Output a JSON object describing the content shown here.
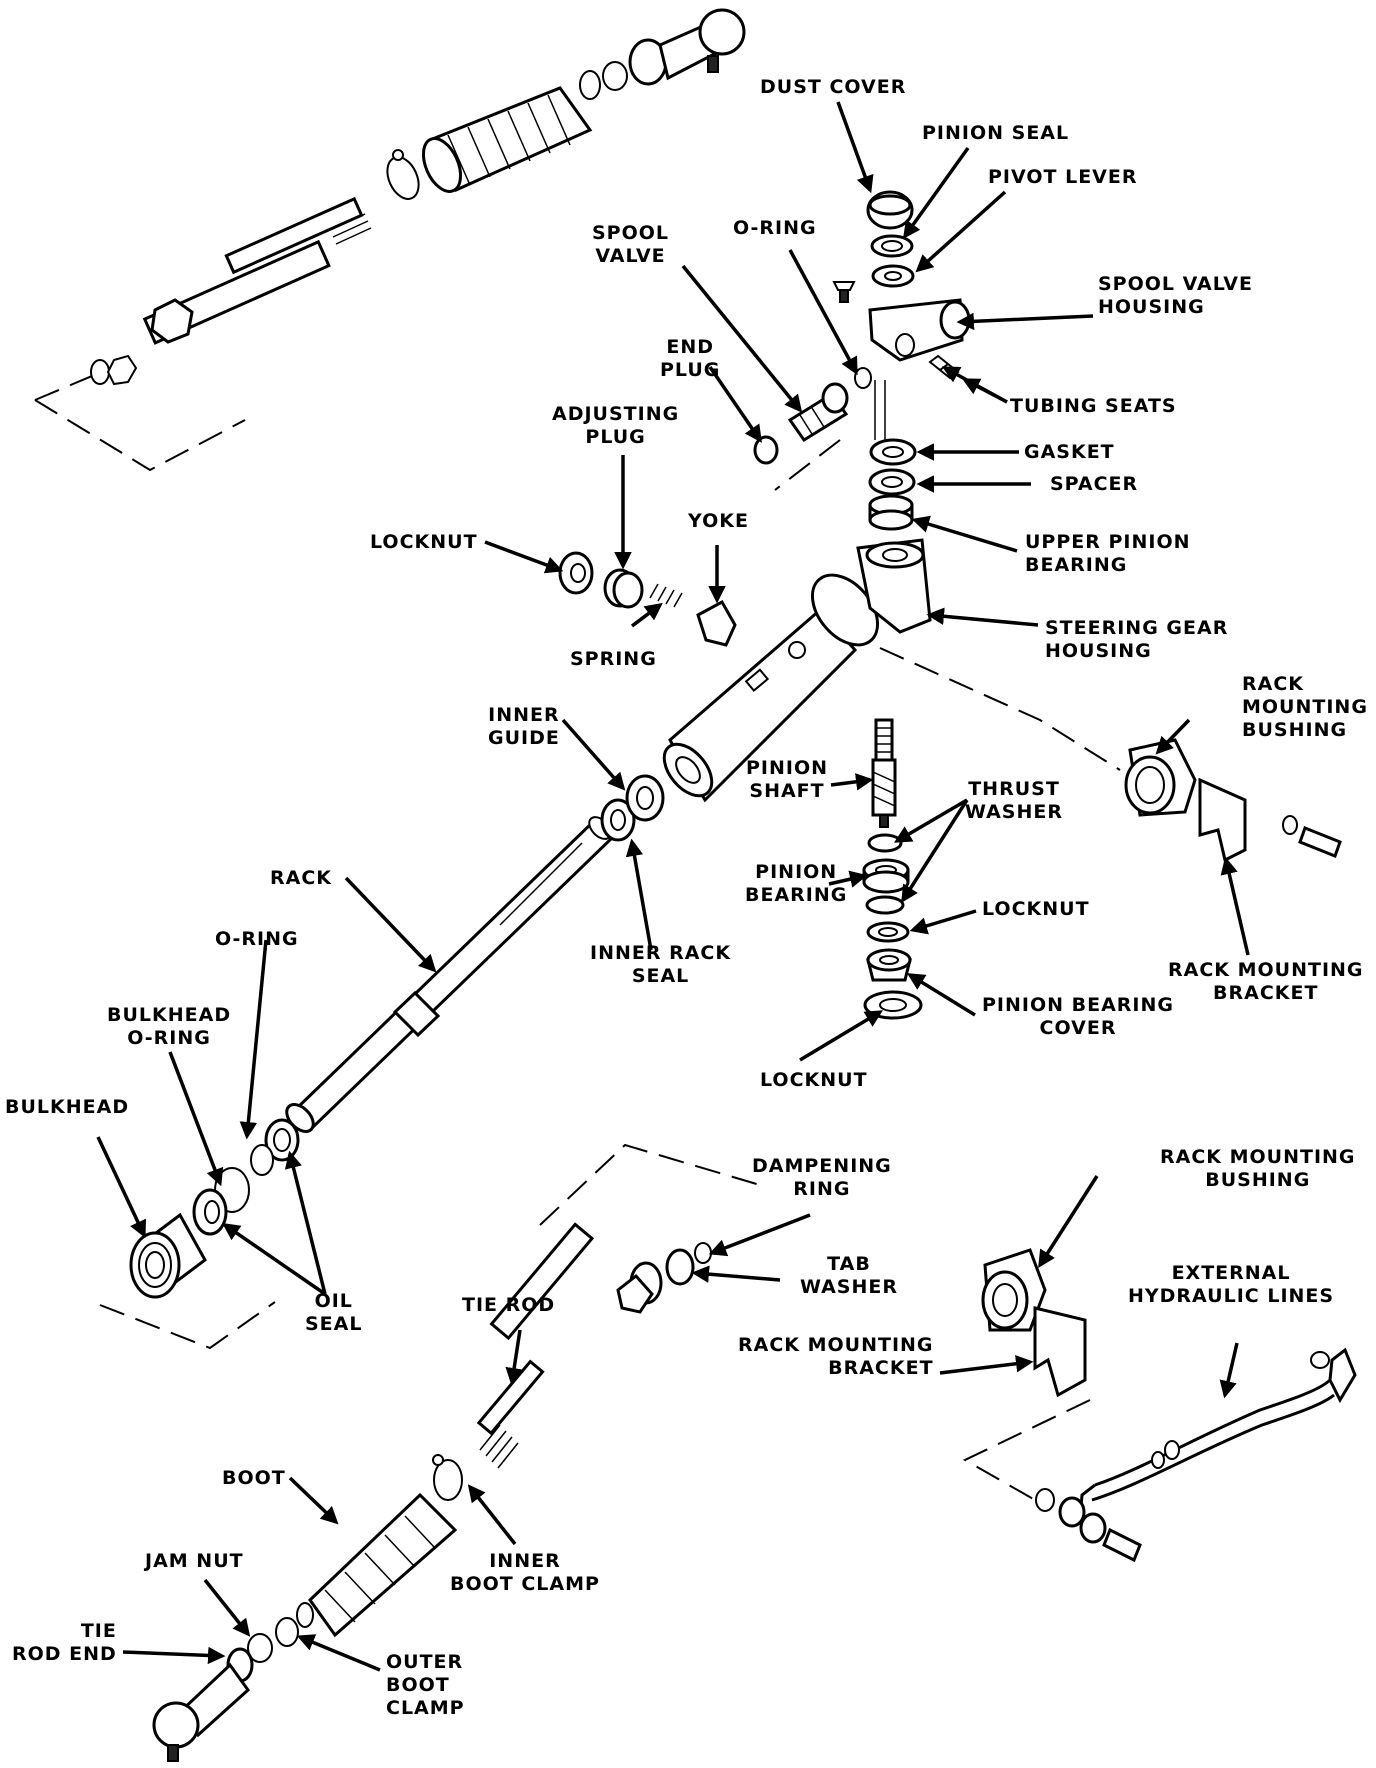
{
  "labels": {
    "dust_cover": [
      "DUST COVER"
    ],
    "pinion_seal": [
      "PINION SEAL"
    ],
    "pivot_lever": [
      "PIVOT LEVER"
    ],
    "spool_valve": [
      "SPOOL",
      "VALVE"
    ],
    "o_ring_top": [
      "O-RING"
    ],
    "spool_valve_housing": [
      "SPOOL VALVE",
      "HOUSING"
    ],
    "end_plug": [
      "END",
      "PLUG"
    ],
    "tubing_seats": [
      "TUBING SEATS"
    ],
    "adjusting_plug": [
      "ADJUSTING",
      "PLUG"
    ],
    "gasket": [
      "GASKET"
    ],
    "spacer": [
      "SPACER"
    ],
    "yoke": [
      "YOKE"
    ],
    "upper_pinion_bearing": [
      "UPPER PINION",
      "BEARING"
    ],
    "locknut_left": [
      "LOCKNUT"
    ],
    "spring": [
      "SPRING"
    ],
    "steering_gear_housing": [
      "STEERING GEAR",
      "HOUSING"
    ],
    "rack_mounting_bushing_top": [
      "RACK",
      "MOUNTING",
      "BUSHING"
    ],
    "inner_guide": [
      "INNER",
      "GUIDE"
    ],
    "pinion_shaft": [
      "PINION",
      "SHAFT"
    ],
    "thrust_washer": [
      "THRUST",
      "WASHER"
    ],
    "rack": [
      "RACK"
    ],
    "pinion_bearing": [
      "PINION",
      "BEARING"
    ],
    "locknut_mid": [
      "LOCKNUT"
    ],
    "o_ring_mid": [
      "O-RING"
    ],
    "inner_rack_seal": [
      "INNER RACK",
      "SEAL"
    ],
    "rack_mounting_bracket_right": [
      "RACK MOUNTING",
      "BRACKET"
    ],
    "bulkhead_o_ring": [
      "BULKHEAD",
      "O-RING"
    ],
    "pinion_bearing_cover": [
      "PINION BEARING",
      "COVER"
    ],
    "locknut_bottom": [
      "LOCKNUT"
    ],
    "bulkhead": [
      "BULKHEAD"
    ],
    "dampening_ring": [
      "DAMPENING",
      "RING"
    ],
    "rack_mounting_bushing_bottom": [
      "RACK MOUNTING",
      "BUSHING"
    ],
    "tab_washer": [
      "TAB",
      "WASHER"
    ],
    "external_hydraulic_lines": [
      "EXTERNAL",
      "HYDRAULIC LINES"
    ],
    "oil_seal": [
      "OIL",
      "SEAL"
    ],
    "tie_rod": [
      "TIE ROD"
    ],
    "rack_mounting_bracket_bottom": [
      "RACK MOUNTING",
      "BRACKET"
    ],
    "boot": [
      "BOOT"
    ],
    "inner_boot_clamp": [
      "INNER",
      "BOOT CLAMP"
    ],
    "jam_nut": [
      "JAM   NUT"
    ],
    "tie_rod_end": [
      "TIE",
      "ROD END"
    ],
    "outer_boot_clamp": [
      "OUTER",
      "BOOT",
      "CLAMP"
    ]
  }
}
